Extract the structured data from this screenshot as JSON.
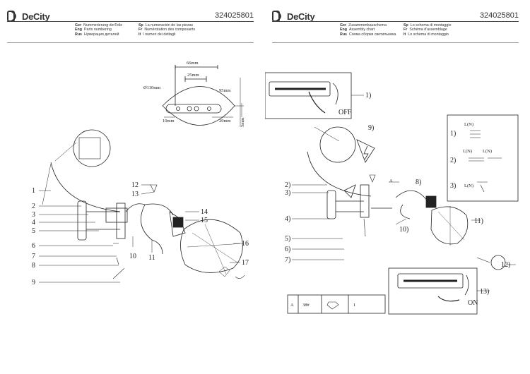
{
  "left_page": {
    "brand": "DeCity",
    "code": "324025801",
    "legend": [
      [
        {
          "lang": "Ger",
          "text": "Nummerierung derTeile"
        },
        {
          "lang": "Sp",
          "text": "La numeración de las piezas"
        }
      ],
      [
        {
          "lang": "Eng",
          "text": "Parts numbering"
        },
        {
          "lang": "Fr",
          "text": "Numérotation des composants"
        }
      ],
      [
        {
          "lang": "Rus",
          "text": "Нумерация деталей"
        },
        {
          "lang": "It",
          "text": "I numeri dei dettagli"
        }
      ]
    ],
    "dimensions": {
      "d66": "66mm",
      "d25": "25mm",
      "d110": "Ø110mm",
      "d95": "95mm",
      "d10": "10mm",
      "d20": "20mm",
      "d5": "5mm"
    },
    "parts": [
      "1",
      "2",
      "3",
      "4",
      "5",
      "6",
      "7",
      "8",
      "9",
      "10",
      "11",
      "12",
      "13",
      "14",
      "15",
      "16",
      "17"
    ]
  },
  "right_page": {
    "brand": "DeCity",
    "code": "324025801",
    "legend": [
      [
        {
          "lang": "Ger",
          "text": "Zusammenbauschema"
        },
        {
          "lang": "Sp",
          "text": "Lo schema di montaggio"
        }
      ],
      [
        {
          "lang": "Eng",
          "text": "Assembly chart"
        },
        {
          "lang": "Fr",
          "text": "Schéma d'assemblage"
        }
      ],
      [
        {
          "lang": "Rus",
          "text": "Схема сборки светильника"
        },
        {
          "lang": "It",
          "text": "Lo schema di montaggio"
        }
      ]
    ],
    "steps": [
      "1)",
      "2)",
      "3)",
      "4)",
      "5)",
      "6)",
      "7)",
      "8)",
      "9)",
      "10)",
      "11)",
      "12)",
      "13)"
    ],
    "switch_off": "OFF",
    "switch_on": "ON",
    "wiring": {
      "n1": "1)",
      "n2": "2)",
      "n3": "3)",
      "ln": "L(N)"
    },
    "label_a": "A",
    "table": {
      "col1": "A",
      "col2": "38#",
      "col4": "1"
    }
  }
}
